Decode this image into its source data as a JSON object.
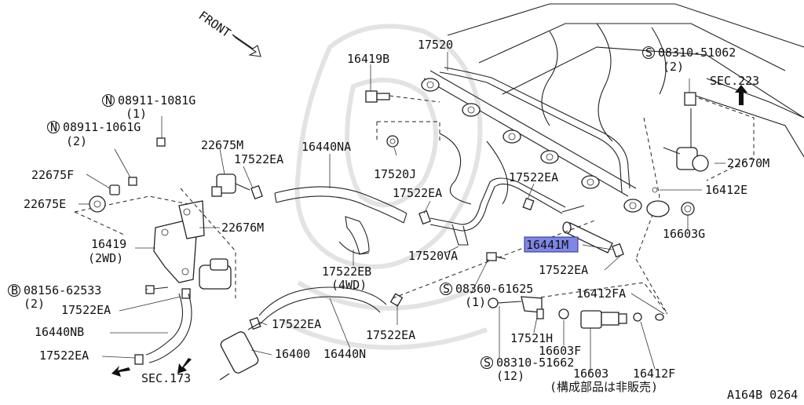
{
  "front_label": "FRONT",
  "labels": {
    "p17520": "17520",
    "p16419B": "16419B",
    "s08310_51062": "08310-51062",
    "s08310_51062_qty": "(2)",
    "sec223": "SEC.223",
    "n08911_1081G": "08911-1081G",
    "n08911_1081G_qty": "(1)",
    "n08911_1061G": "08911-1061G",
    "n08911_1061G_qty": "(2)",
    "p22675M": "22675M",
    "p17522EA_a": "17522EA",
    "p16440NA": "16440NA",
    "p22675F": "22675F",
    "p22675E": "22675E",
    "p17520J": "17520J",
    "p17522EA_b": "17522EA",
    "p17522EA_c": "17522EA",
    "p22670M": "22670M",
    "p16412E": "16412E",
    "p22676M": "22676M",
    "p16603G": "16603G",
    "p16419": "16419",
    "p16419_note": "(2WD)",
    "p16441M": "16441M",
    "p17520VA": "17520VA",
    "p17522EA_d": "17522EA",
    "p17522EB": "17522EB",
    "p17522EB_note": "(4WD)",
    "b08156_62533": "08156-62533",
    "b08156_62533_qty": "(2)",
    "s08360_61625": "08360-61625",
    "s08360_61625_qty": "(1)",
    "p17522EA_e": "17522EA",
    "p16412FA": "16412FA",
    "p16440NB": "16440NB",
    "p17522EA_f": "17522EA",
    "p17522EA_g": "17522EA",
    "p17521H": "17521H",
    "p16603F": "16603F",
    "p17522EA_h": "17522EA",
    "p16400": "16400",
    "p16440N": "16440N",
    "s08310_51662": "08310-51662",
    "s08310_51662_qty": "(12)",
    "p16603": "16603",
    "p16412F": "16412F",
    "sec173": "SEC.173",
    "note_jp": "(構成部品は非販売)",
    "figure_id": "A164B 0264"
  },
  "prefix_marks": {
    "n": "N",
    "s": "S",
    "b": "B"
  },
  "highlight_color": "#7f86e6"
}
